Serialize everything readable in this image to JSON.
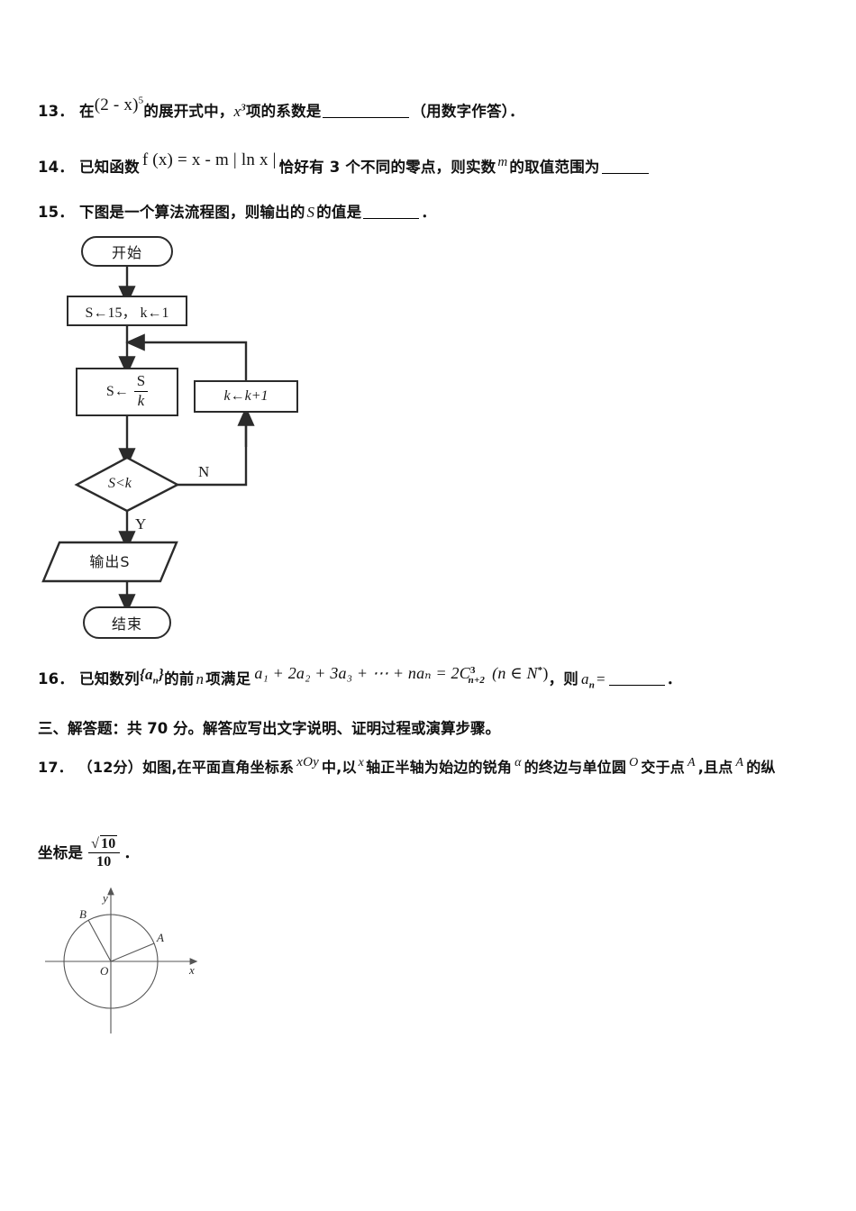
{
  "document": {
    "type": "math-exam-paper",
    "language": "zh-CN"
  },
  "questions": [
    {
      "number": "13．",
      "prefix_cn": "在",
      "expr_base": "(2 - x)",
      "expr_exp": "5",
      "mid_cn": "的展开式中，",
      "term_base": "x",
      "term_exp": "3",
      "after_cn": "项的系数是",
      "tail_cn": "（用数字作答）．"
    },
    {
      "number": "14．",
      "prefix_cn": "已知函数",
      "formula": "f (x) = x - m | ln x |",
      "mid_cn": "恰好有 3 个不同的零点，则实数",
      "variable": "m",
      "tail_cn": "的取值范围为"
    },
    {
      "number": "15．",
      "text_cn_a": "下图是一个算法流程图，则输出的",
      "variable": "S",
      "text_cn_b": "的值是",
      "tail_cn": "．"
    },
    {
      "number": "16．",
      "prefix_cn": "已知数列",
      "seq": "{a",
      "seq_sub": "n",
      "seq_close": "}",
      "mid_cn_a": "的前",
      "var_n": "n",
      "mid_cn_b": "项满足",
      "formula_left": "a",
      "formula": "a₁ + 2a₂ + 3a₃ + ⋯ + naₙ = 2C",
      "formula_sup": "3",
      "formula_sub": "n+2",
      "formula_paren": "(n ∈ N",
      "formula_star": "*",
      "formula_paren_close": ")",
      "conj_cn": "，则",
      "result_var": "a",
      "result_sub": "n",
      "equals": "=",
      "tail": "．"
    },
    {
      "number": "17．",
      "score": "（12分）",
      "text_a_cn": "如图,在平面直角坐标系",
      "coord_sys": "xOy",
      "text_b_cn": "中,以",
      "axis": "x",
      "text_c_cn": "轴正半轴为始边的锐角",
      "angle": "α",
      "text_d_cn": "的终边与单位圆",
      "circle": "O",
      "text_e_cn": "交于点",
      "point_a": "A",
      "text_f_cn": ",且点",
      "point_a2": "A",
      "text_g_cn": "的纵",
      "line2_cn": "坐标是",
      "frac_num": "√10",
      "frac_num_inner": "10",
      "frac_den": "10",
      "line2_tail": "．"
    }
  ],
  "section_heading": {
    "text": "三、解答题：共 70 分。解答应写出文字说明、证明过程或演算步骤。"
  },
  "flowchart": {
    "title": "算法流程图",
    "nodes": {
      "start": "开始",
      "init": "S←15， k←1",
      "init_s": "S←15",
      "init_k": "k←1",
      "assign_label": "S←",
      "assign_num": "S",
      "assign_den": "k",
      "increment": "k←k+1",
      "decision": "S<k",
      "output": "输出S",
      "end": "结束"
    },
    "branches": {
      "yes": "Y",
      "no": "N"
    }
  },
  "circle_figure": {
    "axis_x": "x",
    "axis_y": "y",
    "origin": "O",
    "point_a": "A",
    "point_b": "B"
  },
  "colors": {
    "ink": "#111111",
    "stroke": "#2b2b2b",
    "figure_stroke": "#555555",
    "paper": "#ffffff"
  }
}
